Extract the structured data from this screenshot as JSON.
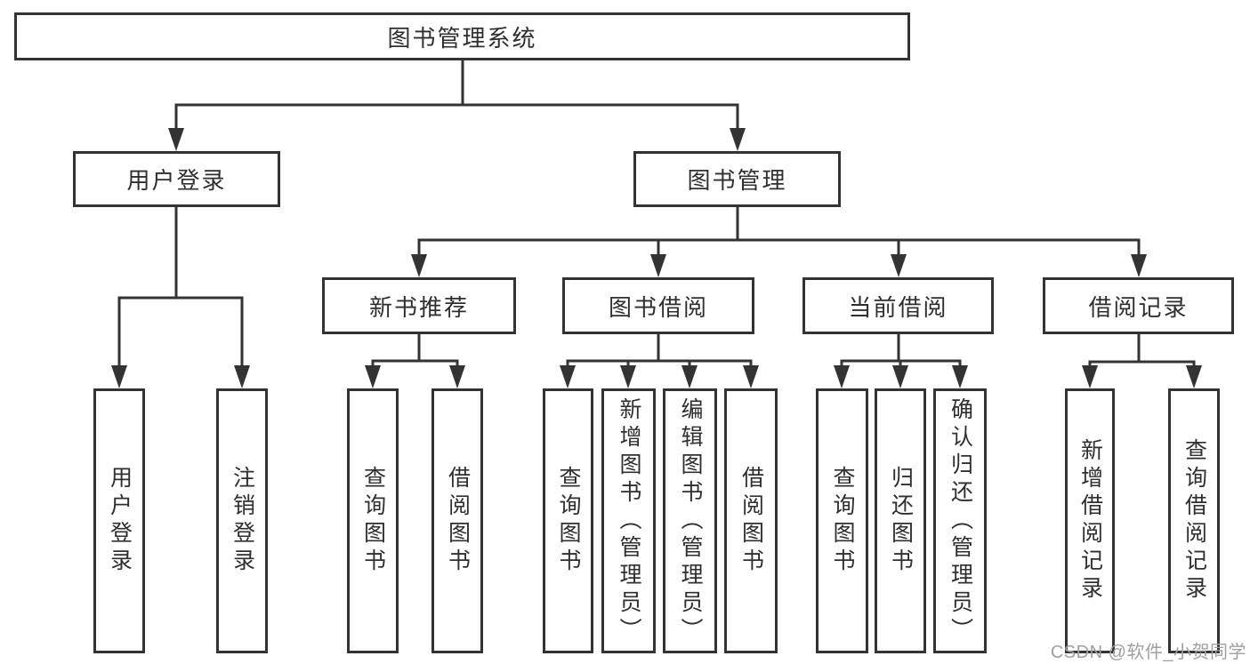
{
  "colors": {
    "line": "#333333",
    "text": "#2f2f2f",
    "background": "#ffffff",
    "box_fill": "#ffffff",
    "watermark": "#a0a0a0"
  },
  "watermark": {
    "text": "CSDN @软件_小贺同学"
  },
  "tree": {
    "label": "图书管理系统",
    "children": [
      {
        "label": "用户登录",
        "children": [
          {
            "label": "用户登录"
          },
          {
            "label": "注销登录"
          }
        ]
      },
      {
        "label": "图书管理",
        "children": [
          {
            "label": "新书推荐",
            "children": [
              {
                "label": "查询图书"
              },
              {
                "label": "借阅图书"
              }
            ]
          },
          {
            "label": "图书借阅",
            "children": [
              {
                "label": "查询图书"
              },
              {
                "label": "新增图书（管理员）"
              },
              {
                "label": "编辑图书（管理员）"
              },
              {
                "label": "借阅图书"
              }
            ]
          },
          {
            "label": "当前借阅",
            "children": [
              {
                "label": "查询图书"
              },
              {
                "label": "归还图书"
              },
              {
                "label": "确认归还（管理员）"
              }
            ]
          },
          {
            "label": "借阅记录",
            "children": [
              {
                "label": "新增借阅记录"
              },
              {
                "label": "查询借阅记录"
              }
            ]
          }
        ]
      }
    ]
  }
}
